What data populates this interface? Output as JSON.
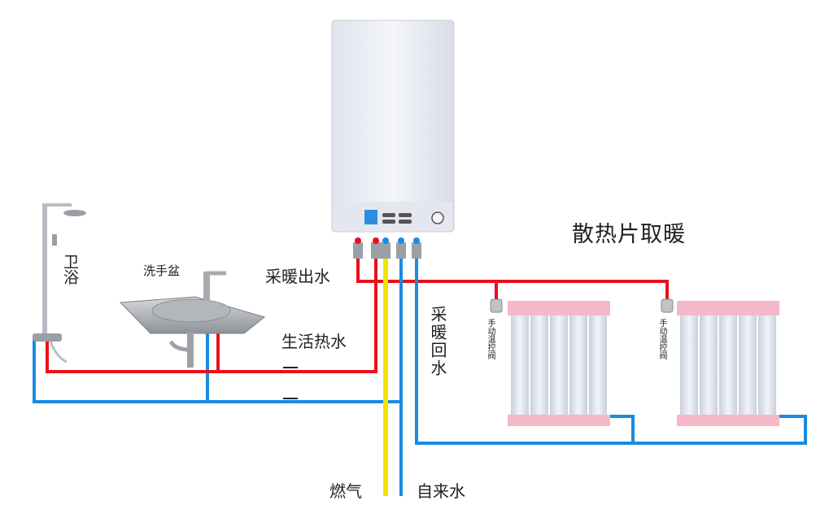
{
  "colors": {
    "hot_pipe": "#e8101b",
    "cold_pipe": "#1a8be0",
    "gas_pipe": "#f2e400",
    "return_pipe": "#1a8be0",
    "radiator_top": "#f6b8c8",
    "radiator_body": "#e4e8f2",
    "boiler_body": "#e9ecf3",
    "boiler_screen": "#2d8ee0"
  },
  "icons": {
    "shower": "shower-icon",
    "sink": "sink-icon",
    "boiler": "wall-boiler-icon",
    "radiator": "radiator-icon",
    "valve": "thermostatic-valve-icon"
  },
  "labels": {
    "radiator_heating": "散热片取暖",
    "bathroom": "卫浴",
    "wash_basin": "洗手盆",
    "heating_outlet": "采暖出水",
    "domestic_hot_water": "生活热水",
    "heating_return": "采暖回水",
    "gas": "燃气",
    "tap_water": "自来水",
    "manual_valve_1": "手动温控阀",
    "manual_valve_2": "手动温控阀"
  }
}
